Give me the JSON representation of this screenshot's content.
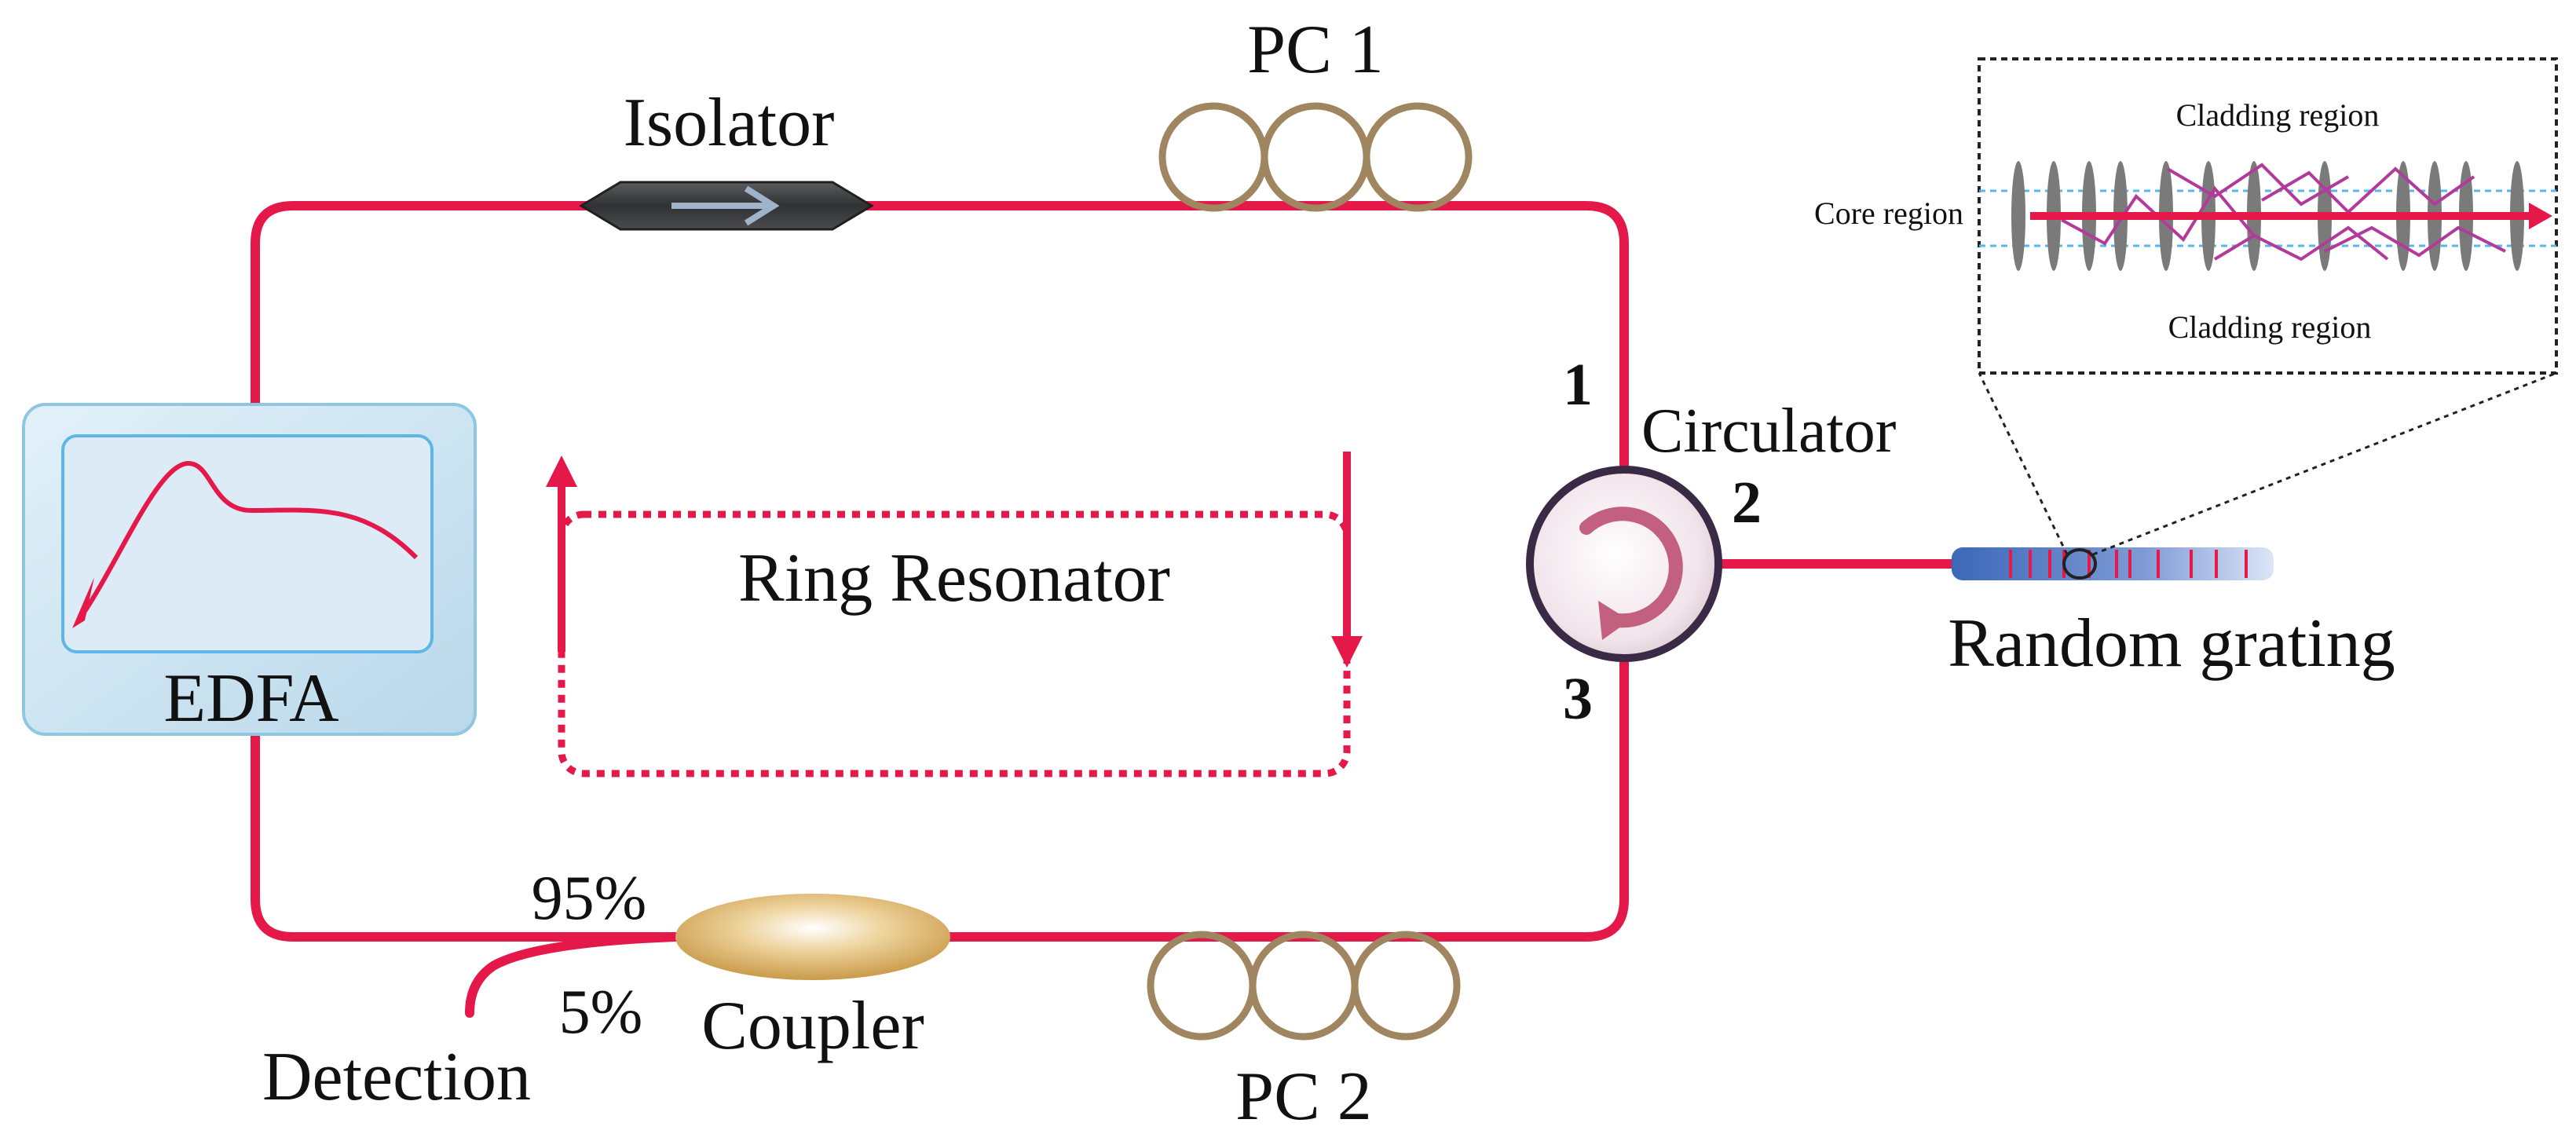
{
  "colors": {
    "fiber": "#e5184a",
    "isolator": "#3d3f41",
    "pc_loop": "#a08660",
    "edfa_box": "#cfe6f3",
    "coupler": "#d9b46a",
    "circulator_ring": "#3a2a45",
    "inset_ray": "#b23a9a",
    "inset_grating": "#7a7a7a"
  },
  "labels": {
    "pc1": "PC 1",
    "pc2": "PC 2",
    "isolator": "Isolator",
    "edfa": "EDFA",
    "ring_resonator": "Ring Resonator",
    "circulator": "Circulator",
    "port1": "1",
    "port2": "2",
    "port3": "3",
    "random_grating": "Random grating",
    "coupler": "Coupler",
    "ratio_95": "95%",
    "ratio_5": "5%",
    "detection": "Detection"
  },
  "inset": {
    "cladding_top": "Cladding region",
    "core": "Core region",
    "cladding_bottom": "Cladding region"
  },
  "icons": {
    "isolator": "isolator-arrow-icon",
    "circulator": "circulator-icon",
    "edfa": "edfa-gain-curve-icon",
    "coupler": "coupler-icon",
    "pc": "polarization-controller-icon"
  }
}
